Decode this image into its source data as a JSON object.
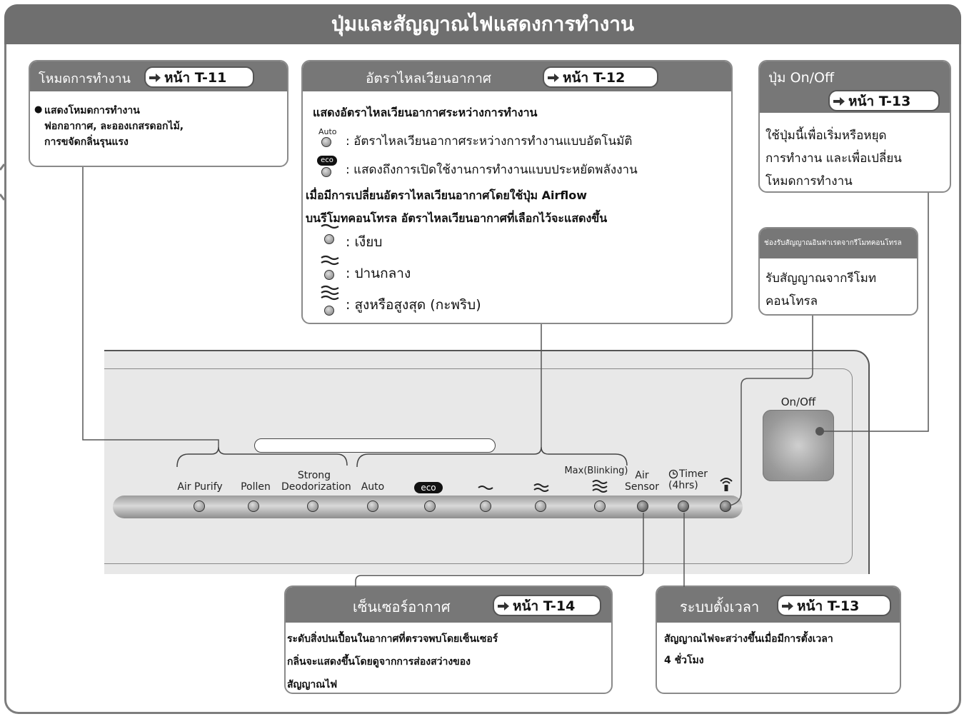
{
  "header": {
    "title": "ปุ่มและสัญญาณไฟแสดงการทำงาน"
  },
  "boxes": {
    "mode": {
      "title": "โหมดการทำงาน",
      "page_ref": "หน้า T-11",
      "bullet": "●",
      "lines": [
        "แสดงโหมดการทำงาน",
        "ฟอกอากาศ, ละอองเกสรดอกไม้,",
        "การขจัดกลิ่นรุนแรง"
      ]
    },
    "airflow": {
      "title": "อัตราไหลเวียนอากาศ",
      "page_ref": "หน้า T-12",
      "intro": "แสดงอัตราไหลเวียนอากาศระหว่างการทำงาน",
      "auto_tag": "Auto",
      "auto_desc": ": อัตราไหลเวียนอากาศระหว่างการทำงานแบบอัตโนมัติ",
      "eco_tag": "eco",
      "eco_desc": ": แสดงถึงการเปิดใช้งานการทำงานแบบประหยัดพลังงาน",
      "change_1": "เมื่อมีการเปลี่ยนอัตราไหลเวียนอากาศโดยใช้ปุ่ม Airflow",
      "change_2": "บนรีโมทคอนโทรล อัตราไหลเวียนอากาศที่เลือกไว้จะแสดงขึ้น",
      "quiet": ": เงียบ",
      "medium": ": ปานกลาง",
      "high": ": สูงหรือสูงสุด (กะพริบ)"
    },
    "onoff": {
      "title": "ปุ่ม On/Off",
      "page_ref": "หน้า T-13",
      "lines": [
        "ใช้ปุ่มนี้เพื่อเริ่มหรือหยุด",
        "การทำงาน และเพื่อเปลี่ยน",
        "โหมดการทำงาน"
      ]
    },
    "remote": {
      "title": "ช่องรับสัญญาณอินฟาเรดจากรีโมทคอนโทรล",
      "lines": [
        "รับสัญญาณจากรีโมท",
        "คอนโทรล"
      ]
    },
    "sensor": {
      "title": "เซ็นเซอร์อากาศ",
      "page_ref": "หน้า T-14",
      "lines": [
        "ระดับสิ่งปนเปื้อนในอากาศที่ตรวจพบโดยเซ็นเซอร์",
        "กลิ่นจะแสดงขึ้นโดยดูจากการส่องสว่างของ",
        "สัญญาณไฟ"
      ]
    },
    "timer": {
      "title": "ระบบตั้งเวลา",
      "page_ref": "หน้า T-13",
      "lines": [
        "สัญญาณไฟจะสว่างขึ้นเมื่อมีการตั้งเวลา",
        "4 ชั่วโมง"
      ]
    }
  },
  "panel": {
    "labels": {
      "air_purify": "Air Purify",
      "pollen": "Pollen",
      "strong_1": "Strong",
      "strong_2": "Deodorization",
      "auto": "Auto",
      "eco": "eco",
      "max": "Max(Blinking)",
      "air_1": "Air",
      "air_2": "Sensor",
      "timer_1": "Timer",
      "timer_2": "(4hrs)",
      "onoff": "On/Off"
    }
  }
}
